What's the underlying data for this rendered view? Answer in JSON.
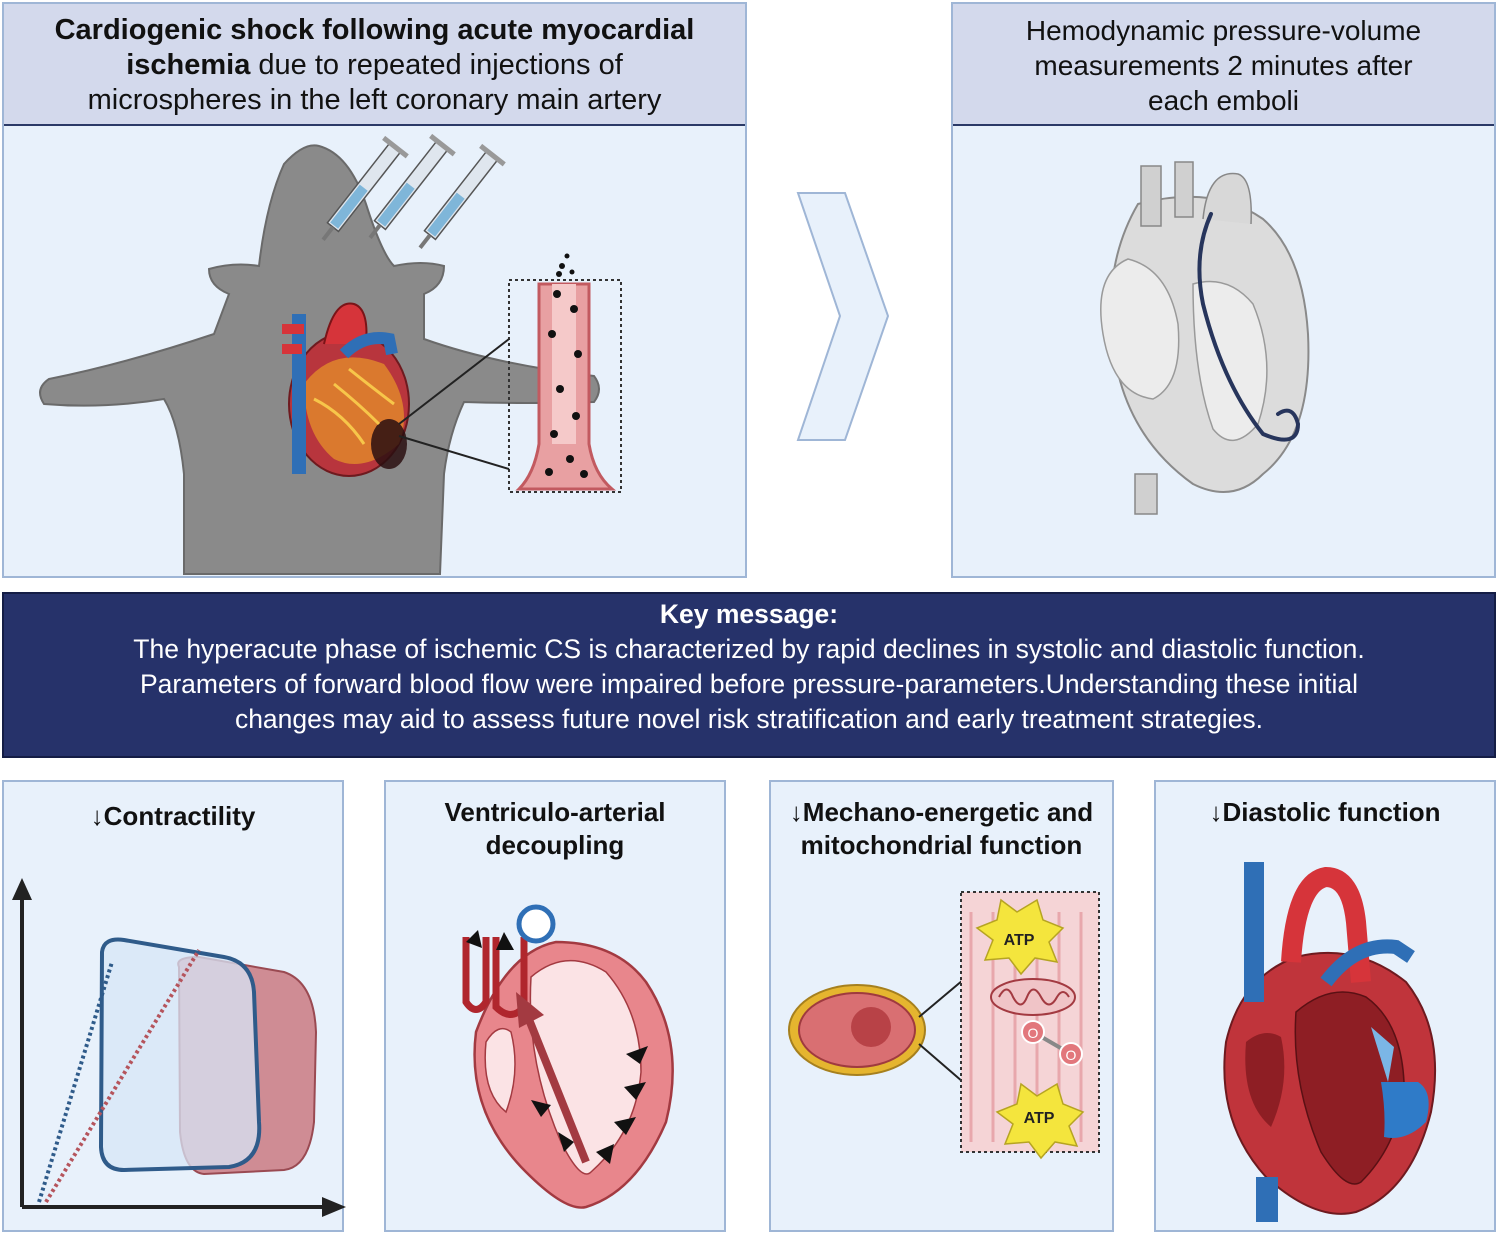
{
  "top_left": {
    "header_bold_1": "Cardiogenic shock following acute myocardial",
    "header_bold_2": "ischemia",
    "header_rest_2": " due to repeated injections of",
    "header_line_3": "microspheres in the left coronary main artery"
  },
  "top_right": {
    "header_line_1": "Hemodynamic pressure-volume",
    "header_line_2": "measurements 2 minutes after",
    "header_line_3": "each emboli"
  },
  "key_message": {
    "title": "Key message:",
    "line_1": "The hyperacute phase of ischemic CS is characterized by rapid declines in systolic and diastolic function.",
    "line_2": "Parameters of forward blood flow were impaired before pressure-parameters.Understanding these initial",
    "line_3": "changes may aid to assess future novel risk stratification and early treatment strategies."
  },
  "bottom_panels": {
    "contractility": "↓Contractility",
    "va_line_1": "Ventriculo-arterial",
    "va_line_2": "decoupling",
    "mech_line_1": "↓Mechano-energetic and",
    "mech_line_2": "mitochondrial function",
    "diastolic": "↓Diastolic function",
    "atp_label": "ATP",
    "o_label": "O"
  },
  "colors": {
    "panel_bg": "#e8f1fb",
    "header_bg": "#d3d9ec",
    "key_bg": "#26326a",
    "pv_blue": "#2f5b8a",
    "pv_red": "#b5545c"
  }
}
